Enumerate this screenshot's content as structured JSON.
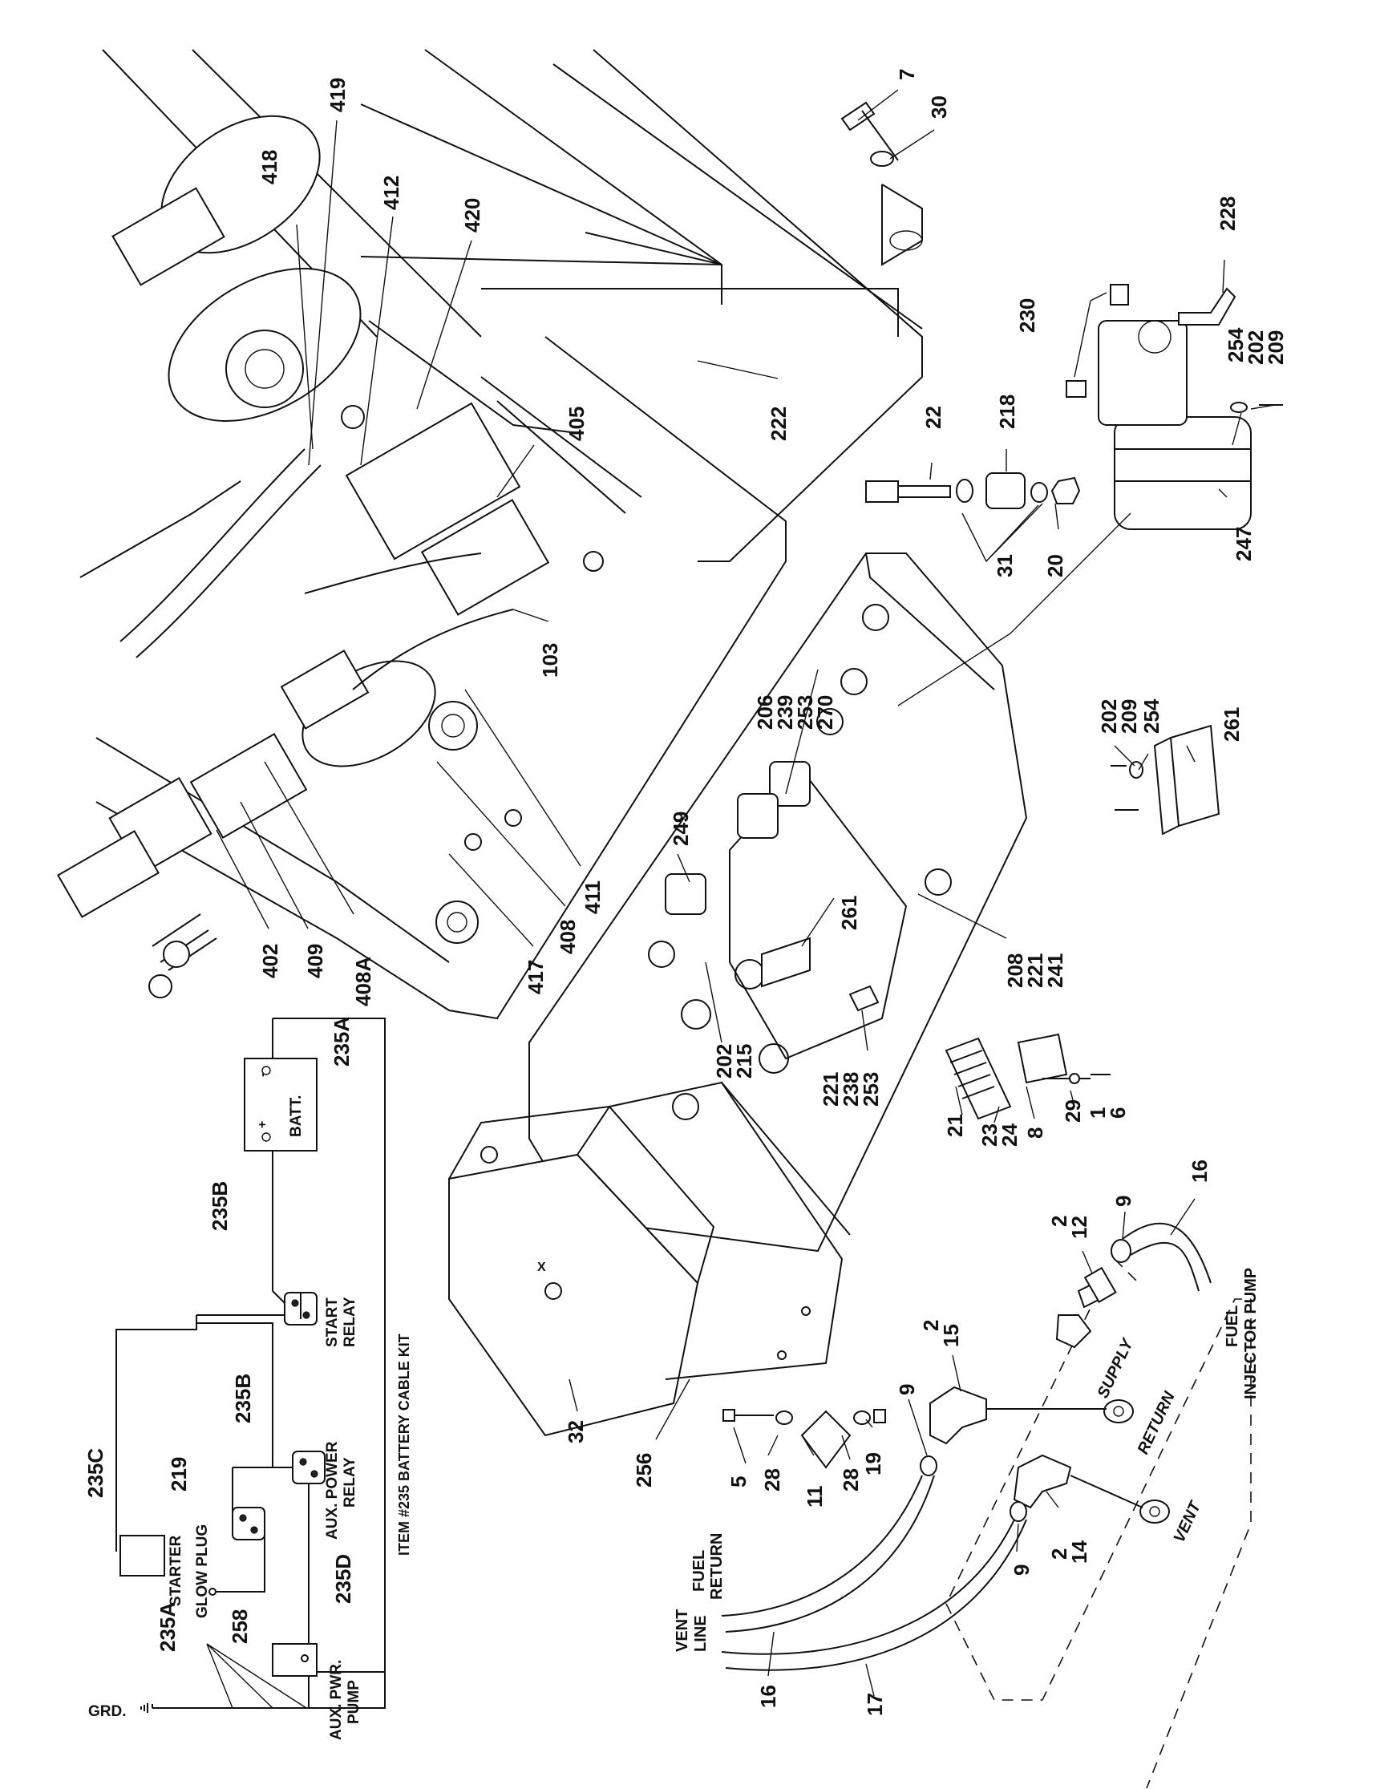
{
  "callouts": [
    {
      "id": "c-7",
      "text": "7"
    },
    {
      "id": "c-30",
      "text": "30"
    },
    {
      "id": "c-228",
      "text": "228"
    },
    {
      "id": "c-230",
      "text": "230"
    },
    {
      "id": "c-254a",
      "text": "254"
    },
    {
      "id": "c-202a",
      "text": "202"
    },
    {
      "id": "c-209a",
      "text": "209"
    },
    {
      "id": "c-247",
      "text": "247"
    },
    {
      "id": "c-22",
      "text": "22"
    },
    {
      "id": "c-218",
      "text": "218"
    },
    {
      "id": "c-31",
      "text": "31"
    },
    {
      "id": "c-20",
      "text": "20"
    },
    {
      "id": "c-222",
      "text": "222"
    },
    {
      "id": "c-419",
      "text": "419"
    },
    {
      "id": "c-418",
      "text": "418"
    },
    {
      "id": "c-412",
      "text": "412"
    },
    {
      "id": "c-420",
      "text": "420"
    },
    {
      "id": "c-405",
      "text": "405"
    },
    {
      "id": "c-103",
      "text": "103"
    },
    {
      "id": "c-411",
      "text": "411"
    },
    {
      "id": "c-408",
      "text": "408"
    },
    {
      "id": "c-417",
      "text": "417"
    },
    {
      "id": "c-402",
      "text": "402"
    },
    {
      "id": "c-409",
      "text": "409"
    },
    {
      "id": "c-408A",
      "text": "408A"
    },
    {
      "id": "c-206",
      "text": "206"
    },
    {
      "id": "c-239",
      "text": "239"
    },
    {
      "id": "c-253a",
      "text": "253"
    },
    {
      "id": "c-270",
      "text": "270"
    },
    {
      "id": "c-249",
      "text": "249"
    },
    {
      "id": "c-202b",
      "text": "202"
    },
    {
      "id": "c-209b",
      "text": "209"
    },
    {
      "id": "c-254b",
      "text": "254"
    },
    {
      "id": "c-261a",
      "text": "261"
    },
    {
      "id": "c-261b",
      "text": "261"
    },
    {
      "id": "c-208",
      "text": "208"
    },
    {
      "id": "c-221a",
      "text": "221"
    },
    {
      "id": "c-241",
      "text": "241"
    },
    {
      "id": "c-202c",
      "text": "202"
    },
    {
      "id": "c-215",
      "text": "215"
    },
    {
      "id": "c-221b",
      "text": "221"
    },
    {
      "id": "c-238",
      "text": "238"
    },
    {
      "id": "c-253b",
      "text": "253"
    },
    {
      "id": "c-21",
      "text": "21"
    },
    {
      "id": "c-23",
      "text": "23"
    },
    {
      "id": "c-24",
      "text": "24"
    },
    {
      "id": "c-8",
      "text": "8"
    },
    {
      "id": "c-29",
      "text": "29"
    },
    {
      "id": "c-1",
      "text": "1"
    },
    {
      "id": "c-6",
      "text": "6"
    },
    {
      "id": "c-16a",
      "text": "16"
    },
    {
      "id": "c-9a",
      "text": "9"
    },
    {
      "id": "c-2a",
      "text": "2"
    },
    {
      "id": "c-12",
      "text": "12"
    },
    {
      "id": "c-2b",
      "text": "2"
    },
    {
      "id": "c-15",
      "text": "15"
    },
    {
      "id": "c-9b",
      "text": "9"
    },
    {
      "id": "c-19",
      "text": "19"
    },
    {
      "id": "c-28a",
      "text": "28"
    },
    {
      "id": "c-28b",
      "text": "28"
    },
    {
      "id": "c-11",
      "text": "11"
    },
    {
      "id": "c-5",
      "text": "5"
    },
    {
      "id": "c-32",
      "text": "32"
    },
    {
      "id": "c-256",
      "text": "256"
    },
    {
      "id": "c-2c",
      "text": "2"
    },
    {
      "id": "c-14",
      "text": "14"
    },
    {
      "id": "c-9c",
      "text": "9"
    },
    {
      "id": "c-16b",
      "text": "16"
    },
    {
      "id": "c-17",
      "text": "17"
    },
    {
      "id": "c-235A-top",
      "text": "235A"
    },
    {
      "id": "c-235B-top",
      "text": "235B"
    },
    {
      "id": "c-235B-mid",
      "text": "235B"
    },
    {
      "id": "c-219",
      "text": "219"
    },
    {
      "id": "c-235C",
      "text": "235C"
    },
    {
      "id": "c-235D",
      "text": "235D"
    },
    {
      "id": "c-258",
      "text": "258"
    },
    {
      "id": "c-235A-bot",
      "text": "235A"
    }
  ],
  "fuel_labels": {
    "fuel_injector_pump_1": "FUEL",
    "fuel_injector_pump_2": "INJECTOR PUMP",
    "supply": "SUPPLY",
    "return": "RETURN",
    "vent": "VENT",
    "fuel_return_1": "FUEL",
    "fuel_return_2": "RETURN",
    "vent_line_1": "VENT",
    "vent_line_2": "LINE"
  },
  "wiring": {
    "batt": "BATT.",
    "plus": "+",
    "minus": "-",
    "start_relay_1": "START",
    "start_relay_2": "RELAY",
    "aux_power_relay_1": "AUX. POWER",
    "aux_power_relay_2": "RELAY",
    "starter": "STARTER",
    "glow_plug": "GLOW PLUG",
    "aux_pwr_pump_1": "AUX. PWR.",
    "aux_pwr_pump_2": "PUMP",
    "grd": "GRD.",
    "kit_caption": "ITEM #235 BATTERY CABLE KIT",
    "tank_mark": "X"
  }
}
